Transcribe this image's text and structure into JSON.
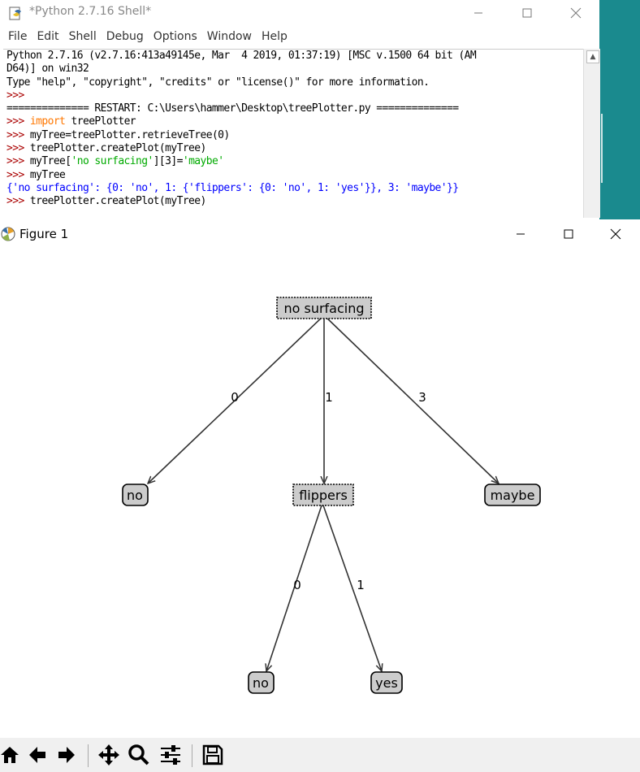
{
  "shell": {
    "title": "*Python 2.7.16 Shell*",
    "menu": [
      "File",
      "Edit",
      "Shell",
      "Debug",
      "Options",
      "Window",
      "Help"
    ],
    "lines": {
      "l1": "Python 2.7.16 (v2.7.16:413a49145e, Mar  4 2019, 01:37:19) [MSC v.1500 64 bit (AM",
      "l2": "D64)] on win32",
      "l3": "Type \"help\", \"copyright\", \"credits\" or \"license()\" for more information.",
      "prompt": ">>> ",
      "restart": "============== RESTART: C:\\Users\\hammer\\Desktop\\treePlotter.py ==============",
      "import_kw": "import",
      "import_rest": " treePlotter",
      "c2": "myTree=treePlotter.retrieveTree(0)",
      "c3": "treePlotter.createPlot(myTree)",
      "c4a": "myTree[",
      "c4s": "'no surfacing'",
      "c4b": "][3]=",
      "c4s2": "'maybe'",
      "c5": "myTree",
      "out": "{'no surfacing': {0: 'no', 1: {'flippers': {0: 'no', 1: 'yes'}}, 3: 'maybe'}}",
      "c6": "treePlotter.createPlot(myTree)"
    }
  },
  "figure": {
    "title": "Figure 1",
    "tree": {
      "root": "no surfacing",
      "root_children": [
        "no",
        "flippers",
        "maybe"
      ],
      "root_edges": [
        "0",
        "1",
        "3"
      ],
      "sub_children": [
        "no",
        "yes"
      ],
      "sub_edges": [
        "0",
        "1"
      ]
    },
    "colors": {
      "node_fill": "#cccccc",
      "edge": "#333333"
    }
  },
  "toolbar": [
    "home-icon",
    "back-icon",
    "forward-icon",
    "pan-icon",
    "zoom-icon",
    "configure-icon",
    "save-icon"
  ]
}
